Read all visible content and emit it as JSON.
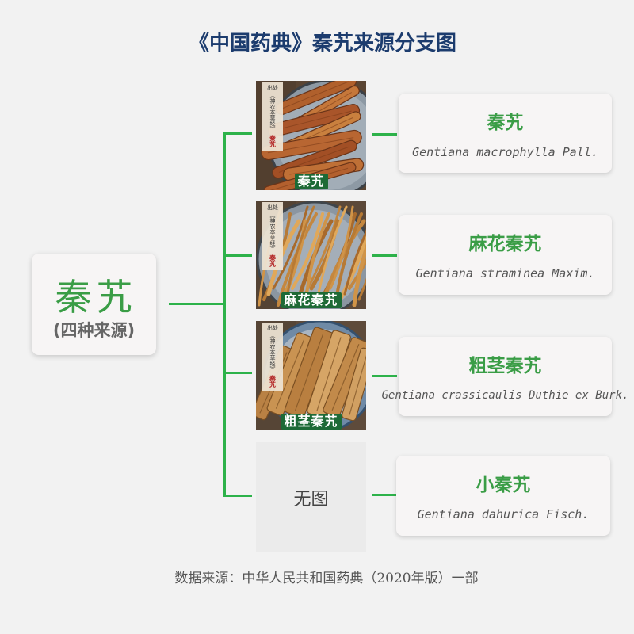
{
  "title": "《中国药典》秦艽来源分支图",
  "root": {
    "name": "秦艽",
    "note": "(四种来源)"
  },
  "branches": [
    {
      "name": "秦艽",
      "latin": "Gentiana macrophylla Pall.",
      "photo": {
        "caption": "秦艽",
        "tag_label": "出处",
        "tag_source": "《神农本草经》",
        "tag_herb": "秦艽"
      }
    },
    {
      "name": "麻花秦艽",
      "latin": "Gentiana straminea Maxim.",
      "photo": {
        "caption": "麻花秦艽",
        "tag_label": "出处",
        "tag_source": "《神农本草经》",
        "tag_herb": "秦艽"
      }
    },
    {
      "name": "粗茎秦艽",
      "latin": "Gentiana crassicaulis Duthie ex Burk.",
      "photo": {
        "caption": "粗茎秦艽",
        "tag_label": "出处",
        "tag_source": "《神农本草经》",
        "tag_herb": "秦艽"
      }
    },
    {
      "name": "小秦艽",
      "latin": "Gentiana dahurica Fisch.",
      "photo": {
        "placeholder": "无图"
      }
    }
  ],
  "footer": "数据来源：中华人民共和国药典（2020年版）一部",
  "colors": {
    "bg": "#f2f2f2",
    "title": "#1c3c6e",
    "green": "#2db24a",
    "name": "#3a9d46",
    "cap": "#1d6a36",
    "latin": "#555555",
    "card": "#f7f5f5",
    "placeholder": "#ebebeb"
  }
}
